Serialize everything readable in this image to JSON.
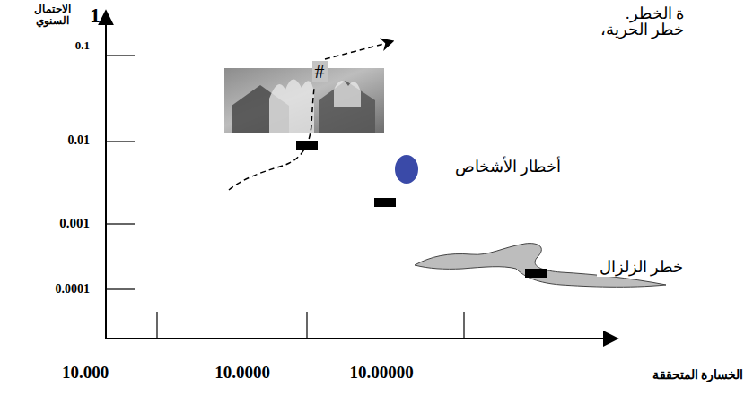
{
  "diagram": {
    "labels": [
      "ة الخطر.",
      "1",
      "الاحتمال السنوي",
      "خطر الحرية،",
      "0.1",
      "#",
      "0.01",
      "أخطار الأشخاص",
      "0.001",
      "خطر الزلزال",
      "0.0001",
      "10.000",
      "10.0000",
      "10.00000",
      "الخسارة المتحققة"
    ]
  }
}
